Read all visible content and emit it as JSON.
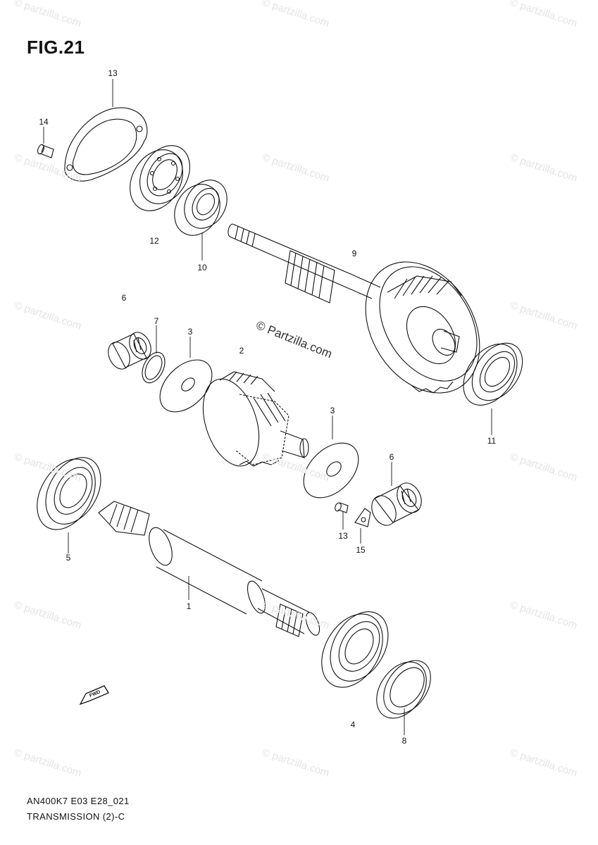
{
  "figure": {
    "title": "FIG.21",
    "code": "AN400K7 E03 E28_021",
    "name": "TRANSMISSION (2)-C"
  },
  "watermark": {
    "text": "© partzilla.com",
    "center_text": "© Partzilla.com",
    "color": "#e4e4e4"
  },
  "forward_label": "FWD",
  "callouts": [
    "13",
    "14",
    "12",
    "10",
    "9",
    "6",
    "7",
    "3",
    "2",
    "3",
    "11",
    "6",
    "5",
    "13",
    "15",
    "1",
    "4",
    "8"
  ]
}
